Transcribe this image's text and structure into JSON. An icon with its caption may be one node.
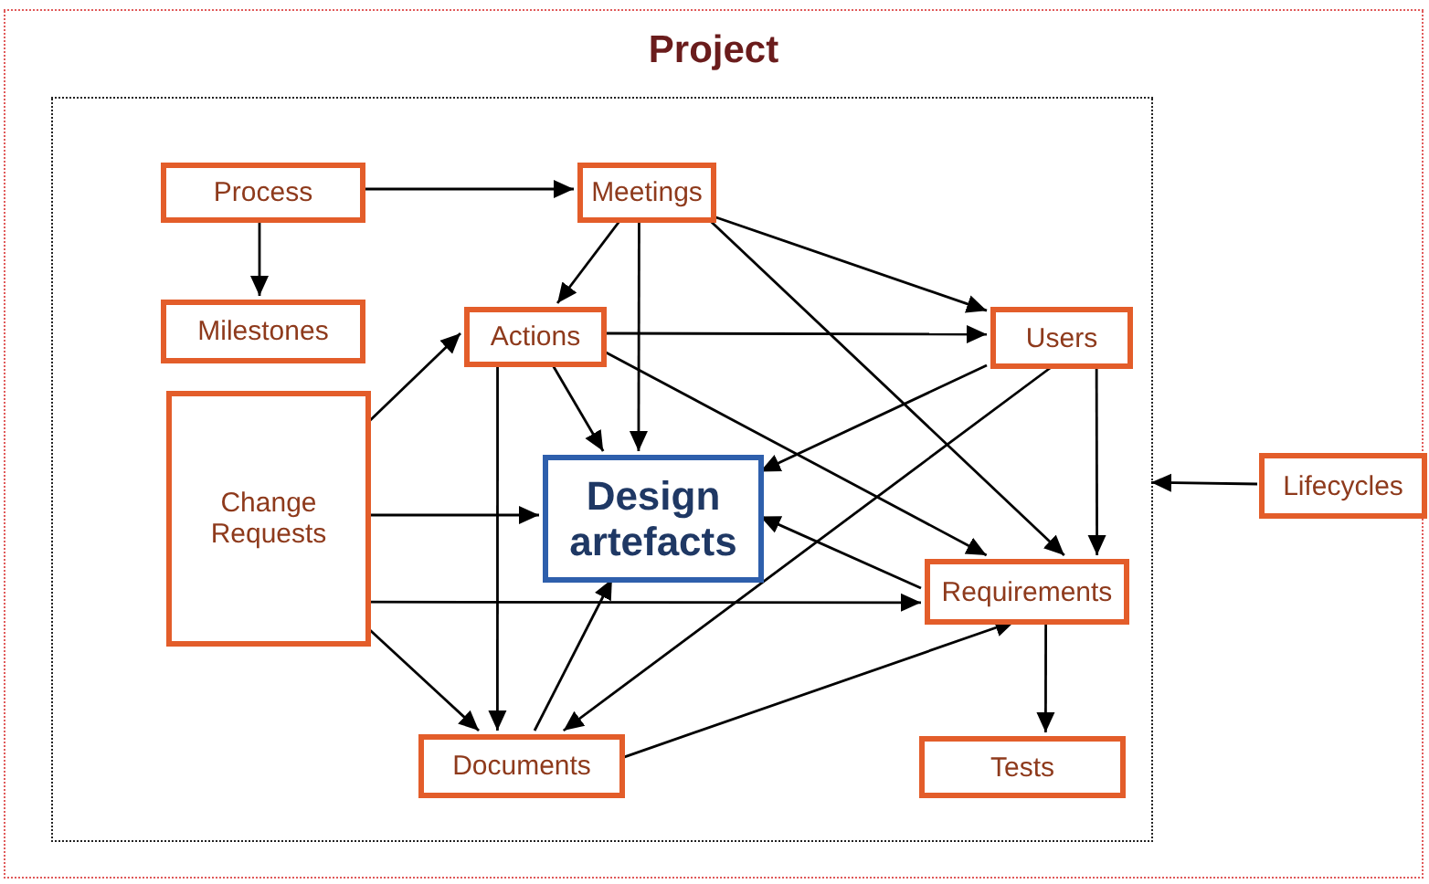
{
  "diagram": {
    "nodes": [
      {
        "text": [
          "Project"
        ]
      },
      {
        "text": [],
        "shape": "box",
        "in": 0
      },
      {
        "text": [
          "Process"
        ],
        "in": 1
      },
      {
        "text": [
          "Meetings"
        ],
        "in": 1
      },
      {
        "text": [
          "Milestones"
        ],
        "in": 1
      },
      {
        "text": [
          "Actions"
        ],
        "in": 1
      },
      {
        "text": [
          "Users"
        ],
        "in": 1
      },
      {
        "text": [
          "Change Requests"
        ],
        "in": 1
      },
      {
        "text": [
          "Design artefacts"
        ],
        "in": 1
      },
      {
        "text": [
          "Requirements"
        ],
        "in": 1
      },
      {
        "text": [
          "Documents"
        ],
        "in": 1
      },
      {
        "text": [
          "Tests"
        ],
        "in": 1
      },
      {
        "text": [
          "Lifecycles"
        ],
        "in": 0
      }
    ],
    "edges": [
      {
        "from": 2,
        "to": 3,
        "arrow": "to"
      },
      {
        "from": 2,
        "to": 4,
        "arrow": "to"
      },
      {
        "from": 3,
        "to": 5,
        "arrow": "to"
      },
      {
        "from": 3,
        "to": 8,
        "arrow": "to"
      },
      {
        "from": 3,
        "to": 6,
        "arrow": "to"
      },
      {
        "from": 3,
        "to": 9,
        "arrow": "to"
      },
      {
        "from": 5,
        "to": 6,
        "arrow": "to"
      },
      {
        "from": 5,
        "to": 8,
        "arrow": "to"
      },
      {
        "from": 5,
        "to": 10,
        "arrow": "to"
      },
      {
        "from": 5,
        "to": 9,
        "arrow": "to"
      },
      {
        "from": 7,
        "to": 5,
        "arrow": "to"
      },
      {
        "from": 7,
        "to": 8,
        "arrow": "to"
      },
      {
        "from": 7,
        "to": 9,
        "arrow": "to"
      },
      {
        "from": 7,
        "to": 10,
        "arrow": "to"
      },
      {
        "from": 6,
        "to": 8,
        "arrow": "to"
      },
      {
        "from": 6,
        "to": 10,
        "arrow": "to"
      },
      {
        "from": 6,
        "to": 9,
        "arrow": "to"
      },
      {
        "from": 9,
        "to": 8,
        "arrow": "to"
      },
      {
        "from": 10,
        "to": 8,
        "arrow": "to"
      },
      {
        "from": 10,
        "to": 9,
        "arrow": "to"
      },
      {
        "from": 9,
        "to": 11,
        "arrow": "to"
      },
      {
        "from": 12,
        "to": 1,
        "arrow": "to"
      }
    ]
  }
}
